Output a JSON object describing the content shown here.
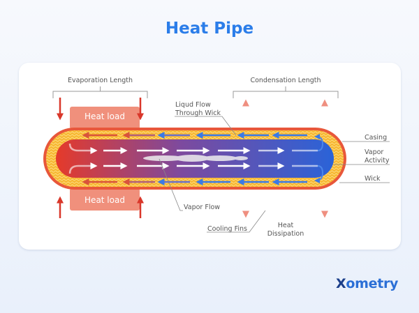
{
  "title": "Heat Pipe",
  "labels": {
    "evaporation_length": "Evaporation Length",
    "condensation_length": "Condensation Length",
    "heat_load_top": "Heat load",
    "heat_load_bottom": "Heat load",
    "liquid_flow_line1": "Liqud Flow",
    "liquid_flow_line2": "Through Wick",
    "casing": "Casing",
    "vapor_activity_line1": "Vapor",
    "vapor_activity_line2": "Activity",
    "wick": "Wick",
    "vapor_flow": "Vapor Flow",
    "cooling_fins": "Cooling Fins",
    "heat_dissipation_line1": "Heat",
    "heat_dissipation_line2": "Dissipation"
  },
  "logo": {
    "mark": "X",
    "text": "ometry"
  },
  "colors": {
    "accent": "#2b7de9",
    "casing": "#e8573a",
    "wick": "#f7b731",
    "hot": "#e53a2a",
    "cold": "#2a63d8",
    "heat_load": "#f0907c"
  }
}
